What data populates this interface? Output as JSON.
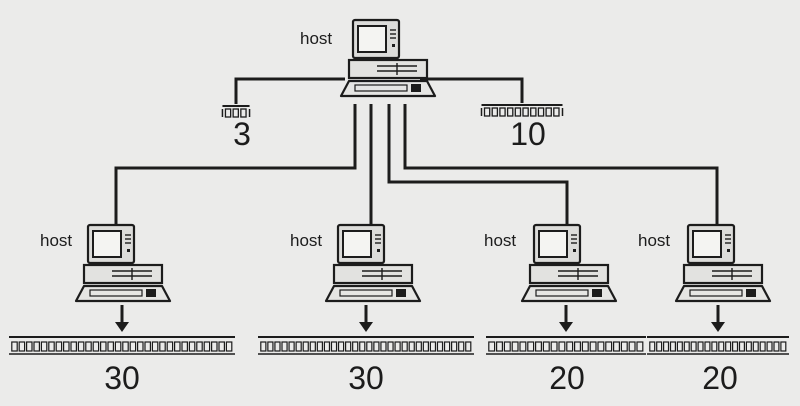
{
  "diagram": {
    "main_host": {
      "label": "host"
    },
    "main_terminals": [
      {
        "count": "3",
        "slots": 3
      },
      {
        "count": "10",
        "slots": 10
      }
    ],
    "sub_hosts": [
      {
        "label": "host",
        "count": "30",
        "slots": 30
      },
      {
        "label": "host",
        "count": "30",
        "slots": 30
      },
      {
        "label": "host",
        "count": "20",
        "slots": 20
      },
      {
        "label": "host",
        "count": "20",
        "slots": 20
      }
    ],
    "colors": {
      "background": "#ebebea",
      "ink": "#1c1c1c",
      "screen": "#f4f4f2"
    }
  }
}
